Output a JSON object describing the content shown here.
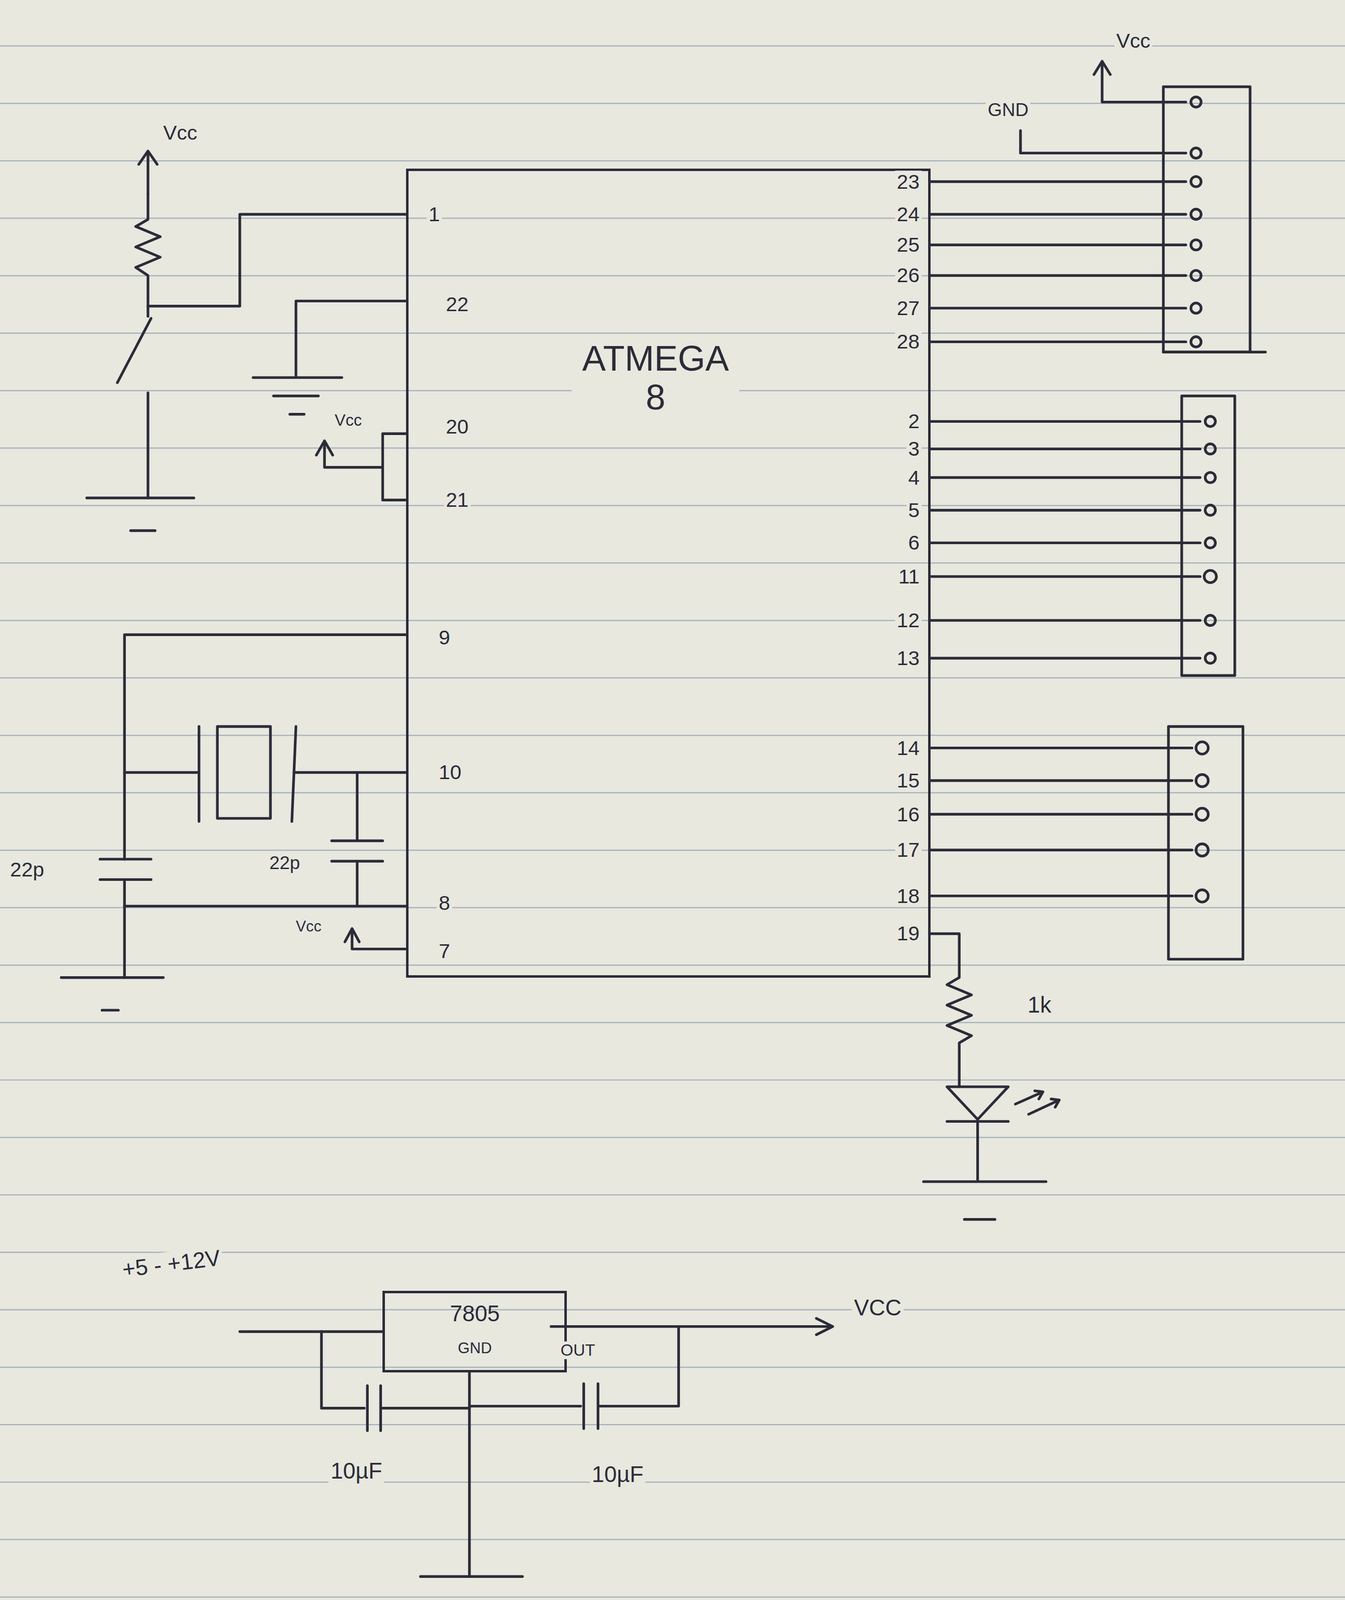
{
  "diagram": {
    "nodes": [
      {
        "text": [
          "ATMEGA 8"
        ]
      },
      {
        "text": [
          "7805",
          "GND",
          "OUT"
        ]
      }
    ],
    "labels": [
      "Vcc",
      "GND",
      "Vcc",
      "1",
      "23",
      "24",
      "25",
      "26",
      "27",
      "28",
      "22",
      "Vcc",
      "20",
      "2",
      "3",
      "4",
      "5",
      "6",
      "21",
      "11",
      "9",
      "12",
      "13",
      "14",
      "10",
      "15",
      "16",
      "17",
      "22p",
      "22p",
      "18",
      "8",
      "Vcc",
      "19",
      "7",
      "1k",
      "+5 - +12V",
      "VCC",
      "10µF",
      "10µF"
    ]
  }
}
